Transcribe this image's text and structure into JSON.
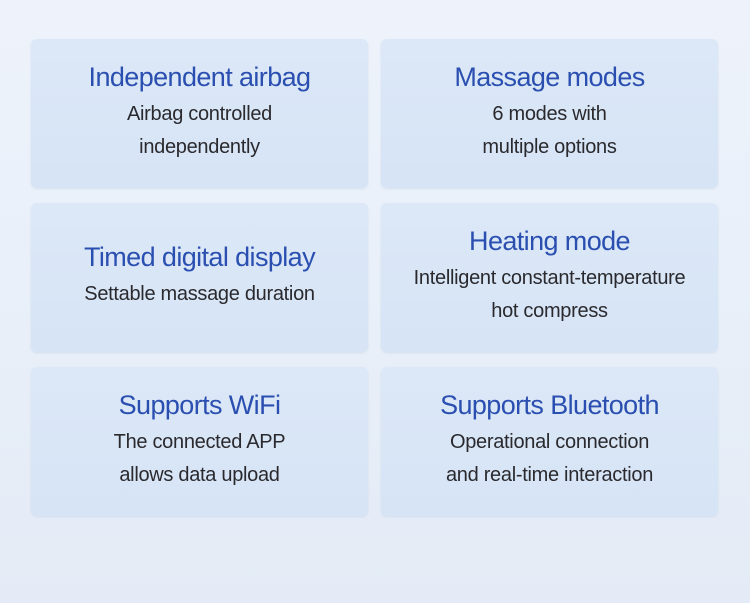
{
  "features": [
    {
      "title": "Independent airbag",
      "lines": [
        "Airbag controlled",
        "independently"
      ]
    },
    {
      "title": "Massage modes",
      "lines": [
        "6 modes with",
        "multiple options"
      ]
    },
    {
      "title": "Timed digital display",
      "lines": [
        "Settable massage duration"
      ]
    },
    {
      "title": "Heating mode",
      "lines": [
        "Intelligent constant-temperature",
        "hot compress"
      ]
    },
    {
      "title": "Supports WiFi",
      "lines": [
        "The connected APP",
        "allows data upload"
      ]
    },
    {
      "title": "Supports Bluetooth",
      "lines": [
        "Operational connection",
        "and real-time interaction"
      ]
    }
  ]
}
